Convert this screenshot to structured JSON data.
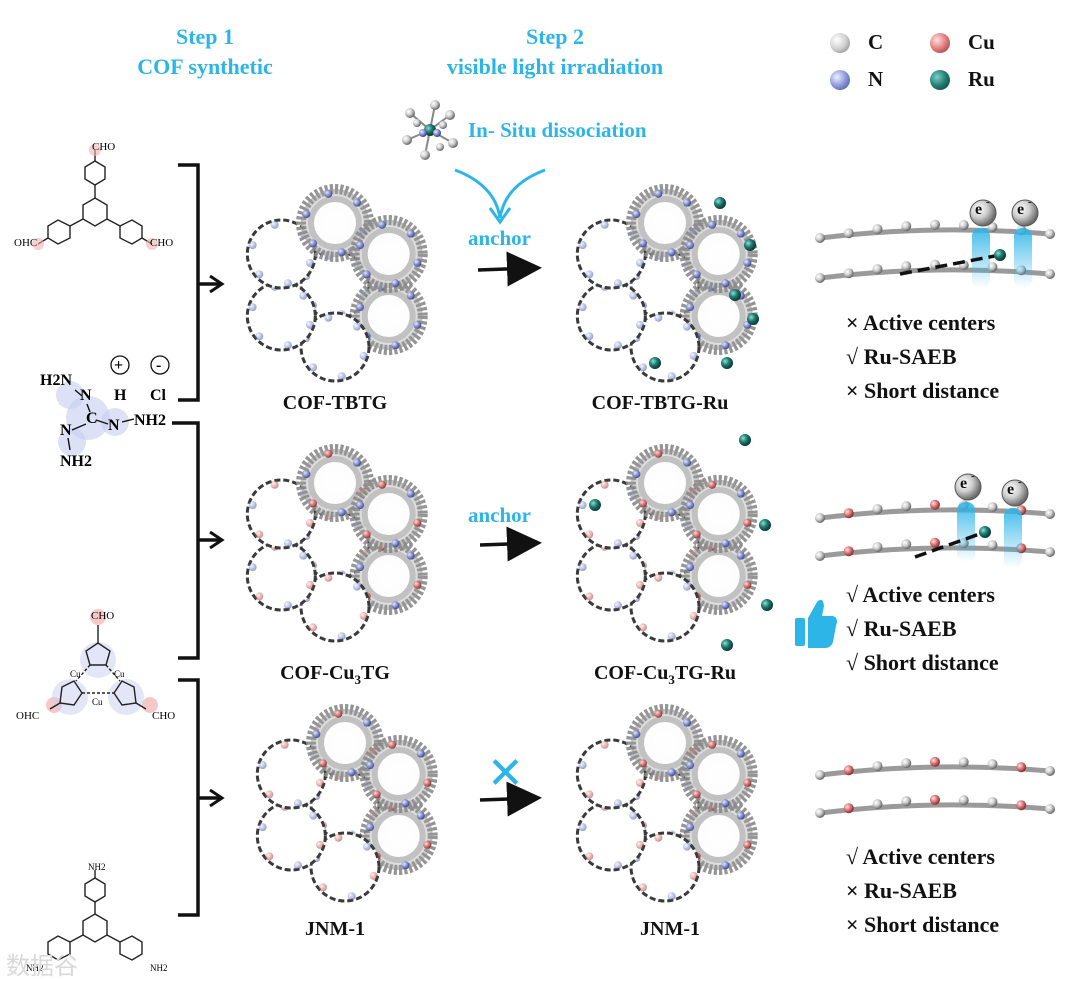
{
  "steps": {
    "step1_title": "Step 1",
    "step1_sub": "COF synthetic",
    "step2_title": "Step 2",
    "step2_sub": "visible light irradiation"
  },
  "legend": [
    {
      "symbol": "C",
      "color": "#cfcfcf"
    },
    {
      "symbol": "Cu",
      "color": "#e07a7a"
    },
    {
      "symbol": "N",
      "color": "#8a95d8"
    },
    {
      "symbol": "Ru",
      "color": "#1f7a70"
    }
  ],
  "annotations": {
    "dissociation": "In- Situ dissociation",
    "anchor1": "anchor",
    "anchor2": "anchor",
    "cross_mark": "✕"
  },
  "rows": [
    {
      "cof_label": "COF-TBTG",
      "ru_label": "COF-TBTG-Ru",
      "props": [
        "× Active centers",
        "√ Ru-SAEB",
        "× Short distance"
      ]
    },
    {
      "cof_label_main": "COF-Cu",
      "cof_label_sub": "3",
      "cof_label_end": "TG",
      "ru_label_main": "COF-Cu",
      "ru_label_sub": "3",
      "ru_label_end": "TG-Ru",
      "props": [
        "√ Active centers",
        "√ Ru-SAEB",
        "√ Short distance"
      ]
    },
    {
      "cof_label": "JNM-1",
      "ru_label": "JNM-1",
      "props": [
        "√ Active centers",
        "× Ru-SAEB",
        "× Short distance"
      ]
    }
  ],
  "electron_label": "e",
  "electron_sup": "-",
  "molecules": {
    "aldehyde_cho": "CHO",
    "aldehyde_ohc": "OHC",
    "hydrazine_h2n": "H2N",
    "hydrazine_nh2": "NH2",
    "hydrazine_n": "N",
    "hydrazine_c": "C",
    "charge_plus": "+",
    "charge_minus": "-",
    "h_label": "H",
    "cl_label": "Cl",
    "cu_label": "Cu",
    "amine_nh2": "NH2"
  },
  "watermark": "数据谷"
}
